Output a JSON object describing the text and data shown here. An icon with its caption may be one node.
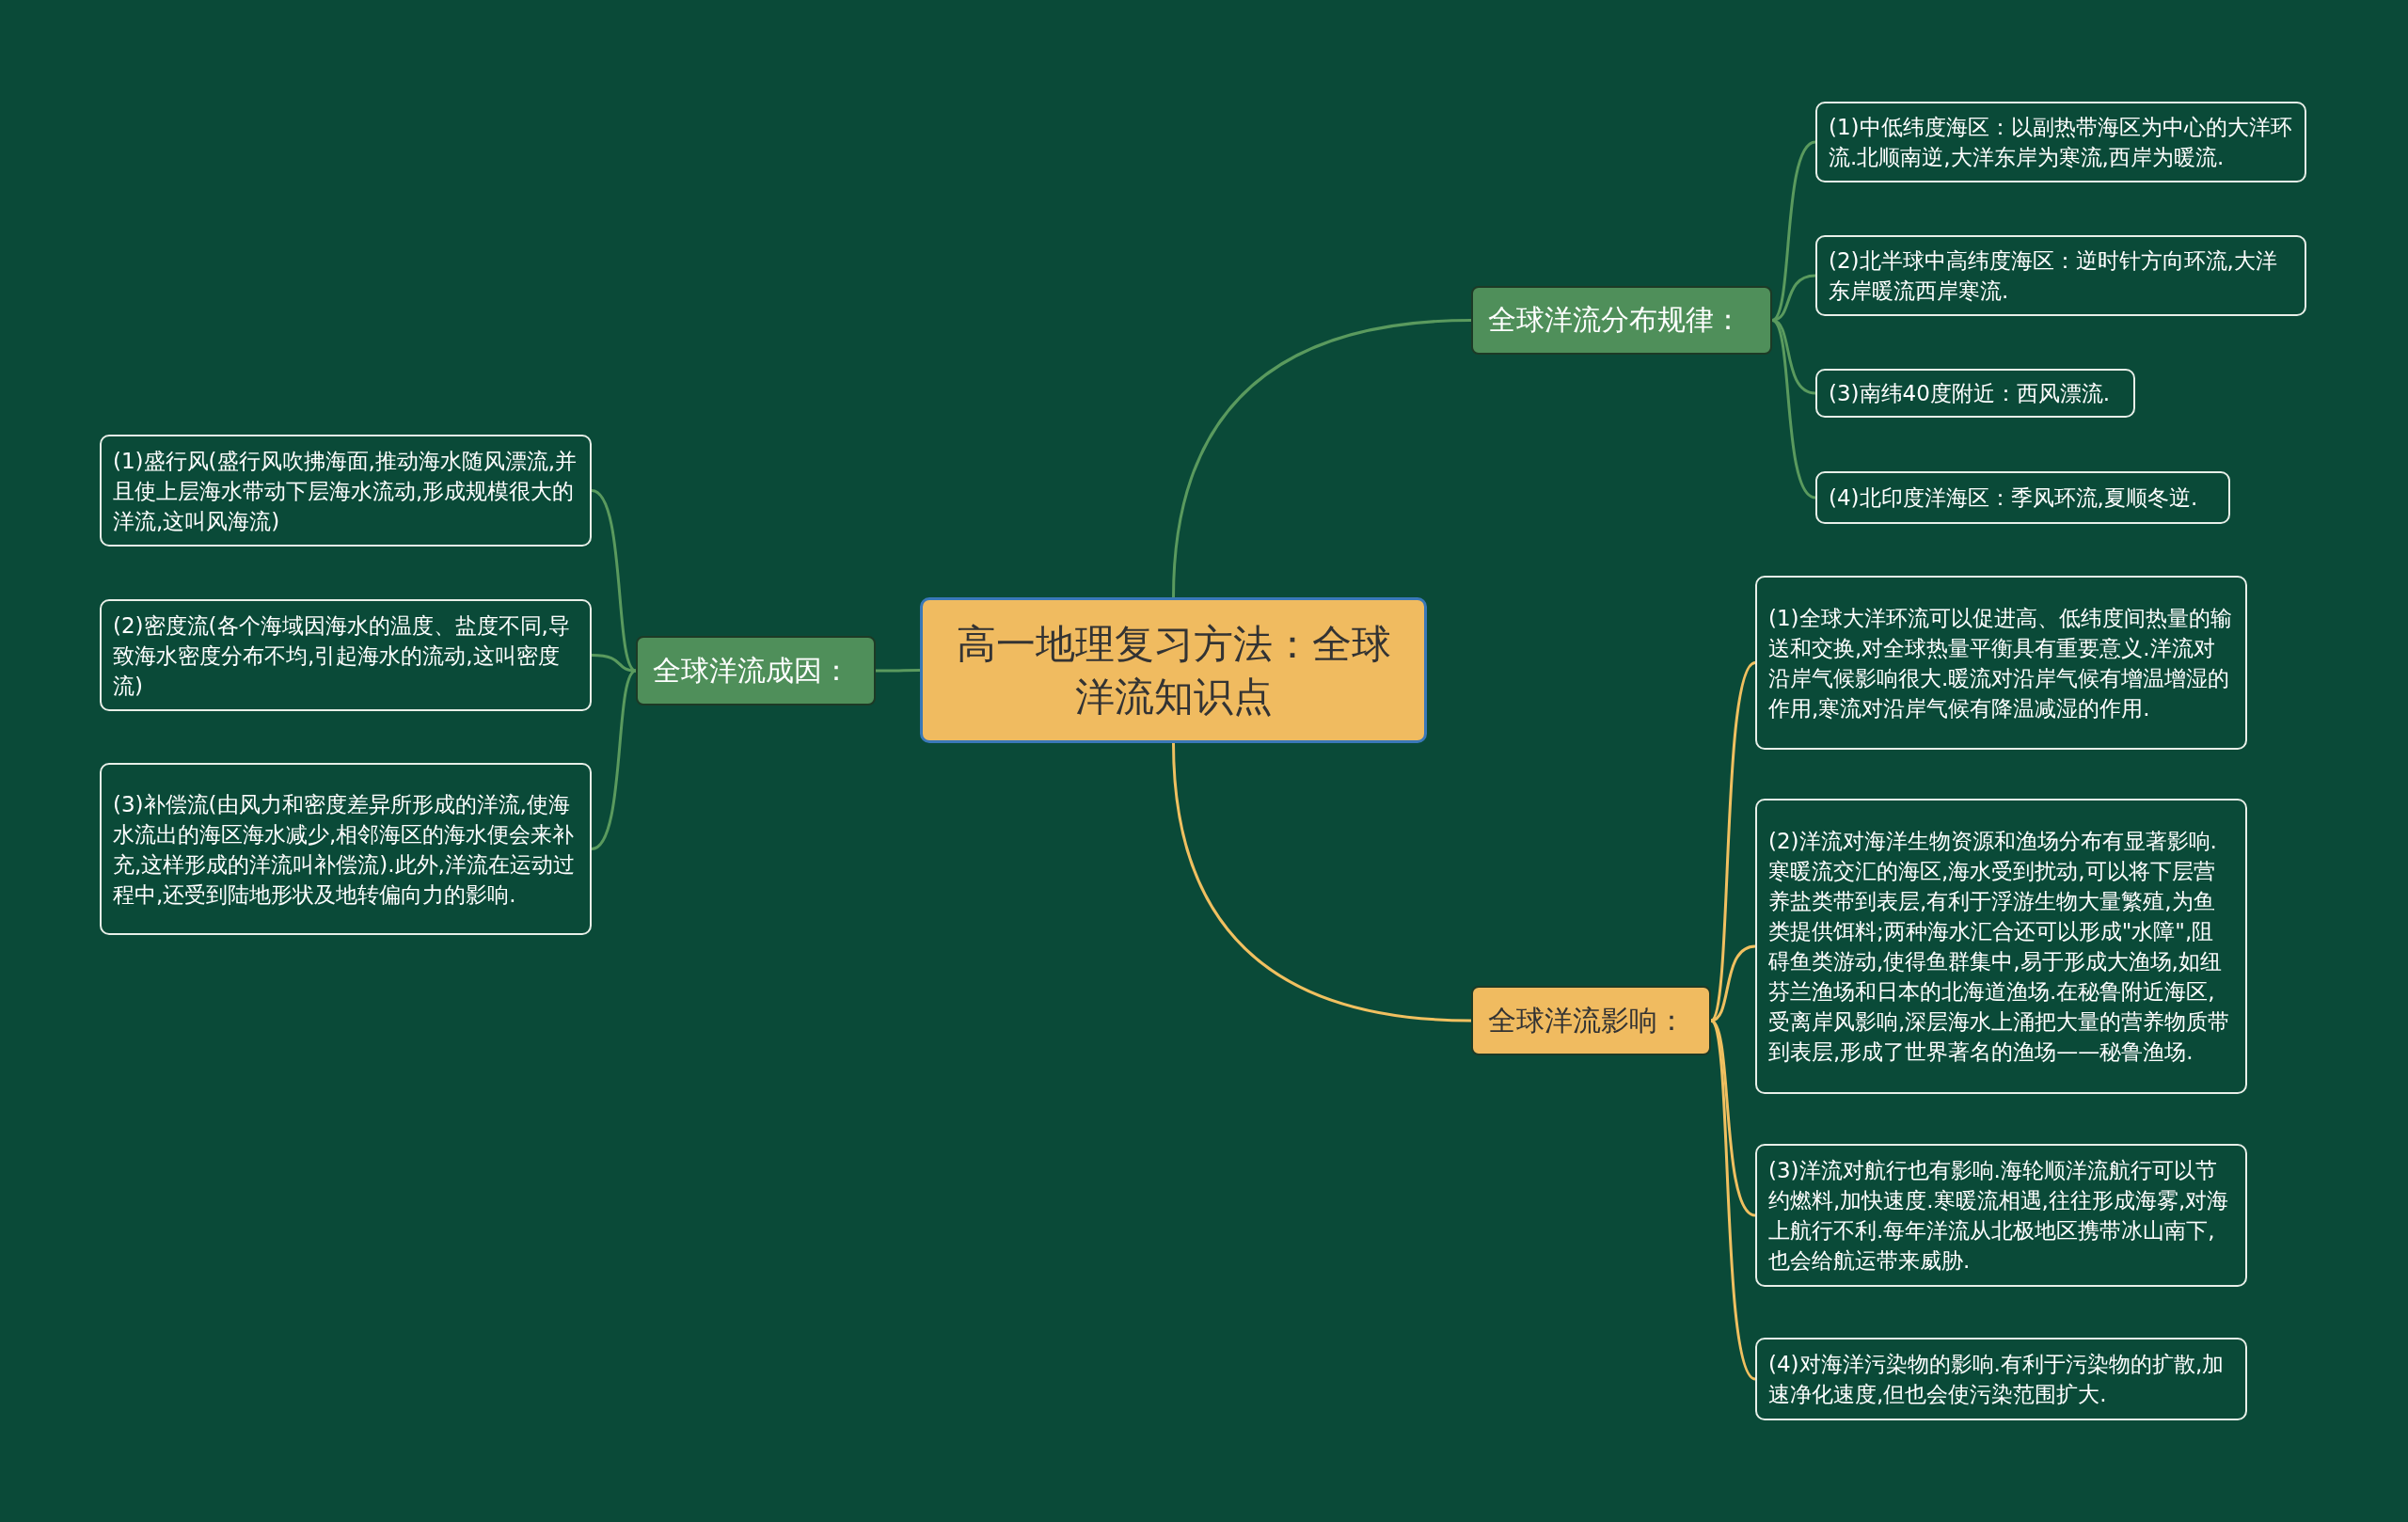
{
  "diagram": {
    "nodes": [
      {
        "text": [
          "高一地理复习方法：全球洋流知识点"
        ]
      },
      {
        "text": [
          "全球洋流分布规律："
        ]
      },
      {
        "text": [
          "(1)中低纬度海区：以副热带海区为中心的大洋环流.北顺南逆,大洋东岸为寒流,西岸为暖流."
        ]
      },
      {
        "text": [
          "(2)北半球中高纬度海区：逆时针方向环流,大洋东岸暖流西岸寒流."
        ]
      },
      {
        "text": [
          "(3)南纬40度附近：西风漂流."
        ]
      },
      {
        "text": [
          "(4)北印度洋海区：季风环流,夏顺冬逆."
        ]
      },
      {
        "text": [
          "全球洋流影响："
        ]
      },
      {
        "text": [
          "(1)全球大洋环流可以促进高、低纬度间热量的输送和交换,对全球热量平衡具有重要意义.洋流对沿岸气候影响很大.暖流对沿岸气候有增温增湿的作用,寒流对沿岸气候有降温减湿的作用."
        ]
      },
      {
        "text": [
          "(2)洋流对海洋生物资源和渔场分布有显著影响.寒暖流交汇的海区,海水受到扰动,可以将下层营养盐类带到表层,有利于浮游生物大量繁殖,为鱼类提供饵料;两种海水汇合还可以形成\"水障\",阻碍鱼类游动,使得鱼群集中,易于形成大渔场,如纽芬兰渔场和日本的北海道渔场.在秘鲁附近海区,受离岸风影响,深层海水上涌把大量的营养物质带到表层,形成了世界著名的渔场——秘鲁渔场."
        ]
      },
      {
        "text": [
          "(3)洋流对航行也有影响.海轮顺洋流航行可以节约燃料,加快速度.寒暖流相遇,往往形成海雾,对海上航行不利.每年洋流从北极地区携带冰山南下,也会给航运带来威胁."
        ]
      },
      {
        "text": [
          "(4)对海洋污染物的影响.有利于污染物的扩散,加速净化速度,但也会使污染范围扩大."
        ]
      },
      {
        "text": [
          "全球洋流成因："
        ]
      },
      {
        "text": [
          "(1)盛行风(盛行风吹拂海面,推动海水随风漂流,并且使上层海水带动下层海水流动,形成规模很大的洋流,这叫风海流)"
        ]
      },
      {
        "text": [
          "(2)密度流(各个海域因海水的温度、盐度不同,导致海水密度分布不均,引起海水的流动,这叫密度流)"
        ]
      },
      {
        "text": [
          "(3)补偿流(由风力和密度差异所形成的洋流,使海水流出的海区海水减少,相邻海区的海水便会来补充,这样形成的洋流叫补偿流).此外,洋流在运动过程中,还受到陆地形状及地转偏向力的影响."
        ]
      }
    ],
    "edges": [
      {
        "from": 0,
        "to": 1,
        "arrow": "none"
      },
      {
        "from": 1,
        "to": 2,
        "arrow": "none"
      },
      {
        "from": 1,
        "to": 3,
        "arrow": "none"
      },
      {
        "from": 1,
        "to": 4,
        "arrow": "none"
      },
      {
        "from": 1,
        "to": 5,
        "arrow": "none"
      },
      {
        "from": 0,
        "to": 6,
        "arrow": "none",
        "color": "#f0c060"
      },
      {
        "from": 6,
        "to": 7,
        "arrow": "none",
        "color": "#f0c060"
      },
      {
        "from": 6,
        "to": 8,
        "arrow": "none",
        "color": "#f0c060"
      },
      {
        "from": 6,
        "to": 9,
        "arrow": "none",
        "color": "#f0c060"
      },
      {
        "from": 6,
        "to": 10,
        "arrow": "none",
        "color": "#f0c060"
      },
      {
        "from": 0,
        "to": 11,
        "arrow": "none"
      },
      {
        "from": 11,
        "to": 12,
        "arrow": "none"
      },
      {
        "from": 11,
        "to": 13,
        "arrow": "none"
      },
      {
        "from": 11,
        "to": 14,
        "arrow": "none"
      }
    ]
  }
}
